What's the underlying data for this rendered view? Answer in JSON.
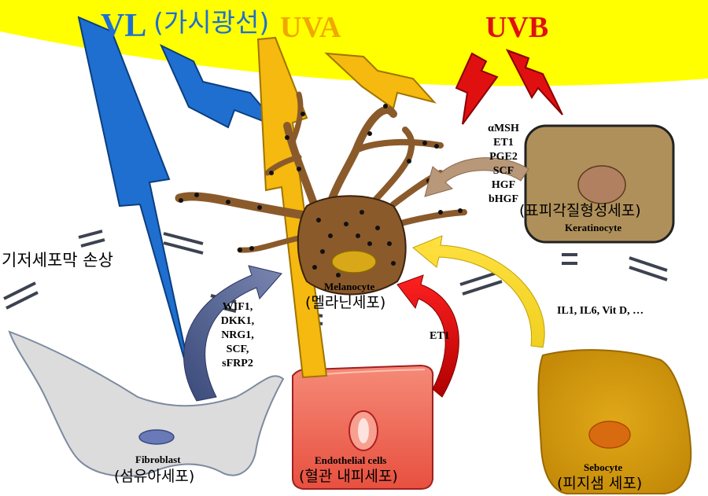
{
  "light": {
    "vl": "VL",
    "vl_korean": "(가시광선)",
    "uva": "UVA",
    "uvb": "UVB"
  },
  "left_label": "기저세포막 손상",
  "melanocyte": {
    "name": "Melanocyte",
    "korean": "(멜라닌세포)"
  },
  "keratinocyte": {
    "name": "Keratinocyte",
    "korean": "(표피각질형성세포)",
    "factors": [
      "αMSH",
      "ET1",
      "PGE2",
      "SCF",
      "HGF",
      "bHGF"
    ]
  },
  "fibroblast": {
    "name": "Fibroblast",
    "korean": "(섬유아세포)",
    "factors": [
      "WIF1,",
      "DKK1,",
      "NRG1,",
      "SCF,",
      "sFRP2"
    ]
  },
  "endothelial": {
    "name": "Endothelial cells",
    "korean": "(혈관 내피세포)",
    "factor": "ET1"
  },
  "sebocyte": {
    "name": "Sebocyte",
    "korean": "(피지샘 세포)",
    "factors": "IL1, IL6, Vit D, …"
  },
  "colors": {
    "sky": "#ffff00",
    "vl_blue": "#1f6fd0",
    "uva_orange": "#f5b90f",
    "uvb_red": "#e01010",
    "melanocyte": "#8b5a2b",
    "keratinocyte": "#b0905a",
    "endothelial": "#f07060",
    "sebocyte": "#d49a10",
    "fibroblast": "#dcdcdc"
  }
}
